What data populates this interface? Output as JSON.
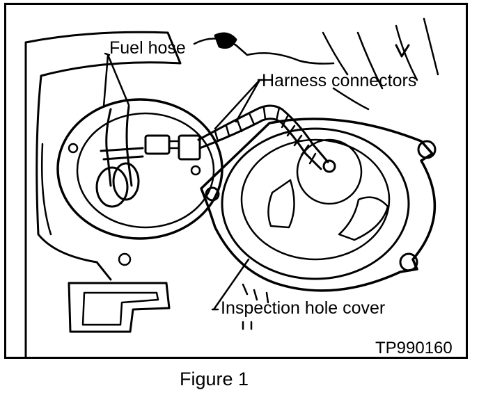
{
  "labels": {
    "fuel_hose": "Fuel hose",
    "harness_connectors": "Harness connectors",
    "inspection_hole_cover": "Inspection hole cover",
    "figure_code": "TP990160"
  },
  "caption": "Figure 1",
  "colors": {
    "ink": "#000000",
    "paper": "#ffffff"
  }
}
